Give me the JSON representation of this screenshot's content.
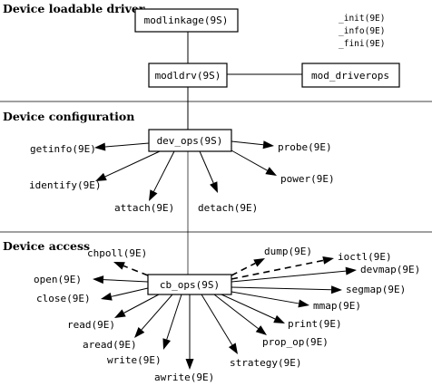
{
  "sections": {
    "loadable": "Device loadable driver",
    "config": "Device configuration",
    "access": "Device access"
  },
  "boxes": {
    "modlinkage": "modlinkage(9S)",
    "modldrv": "modldrv(9S)",
    "mod_driverops": "mod_driverops",
    "dev_ops": "dev_ops(9S)",
    "cb_ops": "cb_ops(9S)"
  },
  "entry_points": {
    "init": "_init(9E)",
    "info": "_info(9E)",
    "fini": "_fini(9E)"
  },
  "config_funcs": {
    "getinfo": "getinfo(9E)",
    "probe": "probe(9E)",
    "identify": "identify(9E)",
    "power": "power(9E)",
    "attach": "attach(9E)",
    "detach": "detach(9E)"
  },
  "access_funcs": {
    "chpoll": "chpoll(9E)",
    "dump": "dump(9E)",
    "ioctl": "ioctl(9E)",
    "devmap": "devmap(9E)",
    "open": "open(9E)",
    "segmap": "segmap(9E)",
    "close": "close(9E)",
    "mmap": "mmap(9E)",
    "read": "read(9E)",
    "print": "print(9E)",
    "aread": "aread(9E)",
    "prop_op": "prop_op(9E)",
    "write": "write(9E)",
    "strategy": "strategy(9E)",
    "awrite": "awrite(9E)"
  }
}
